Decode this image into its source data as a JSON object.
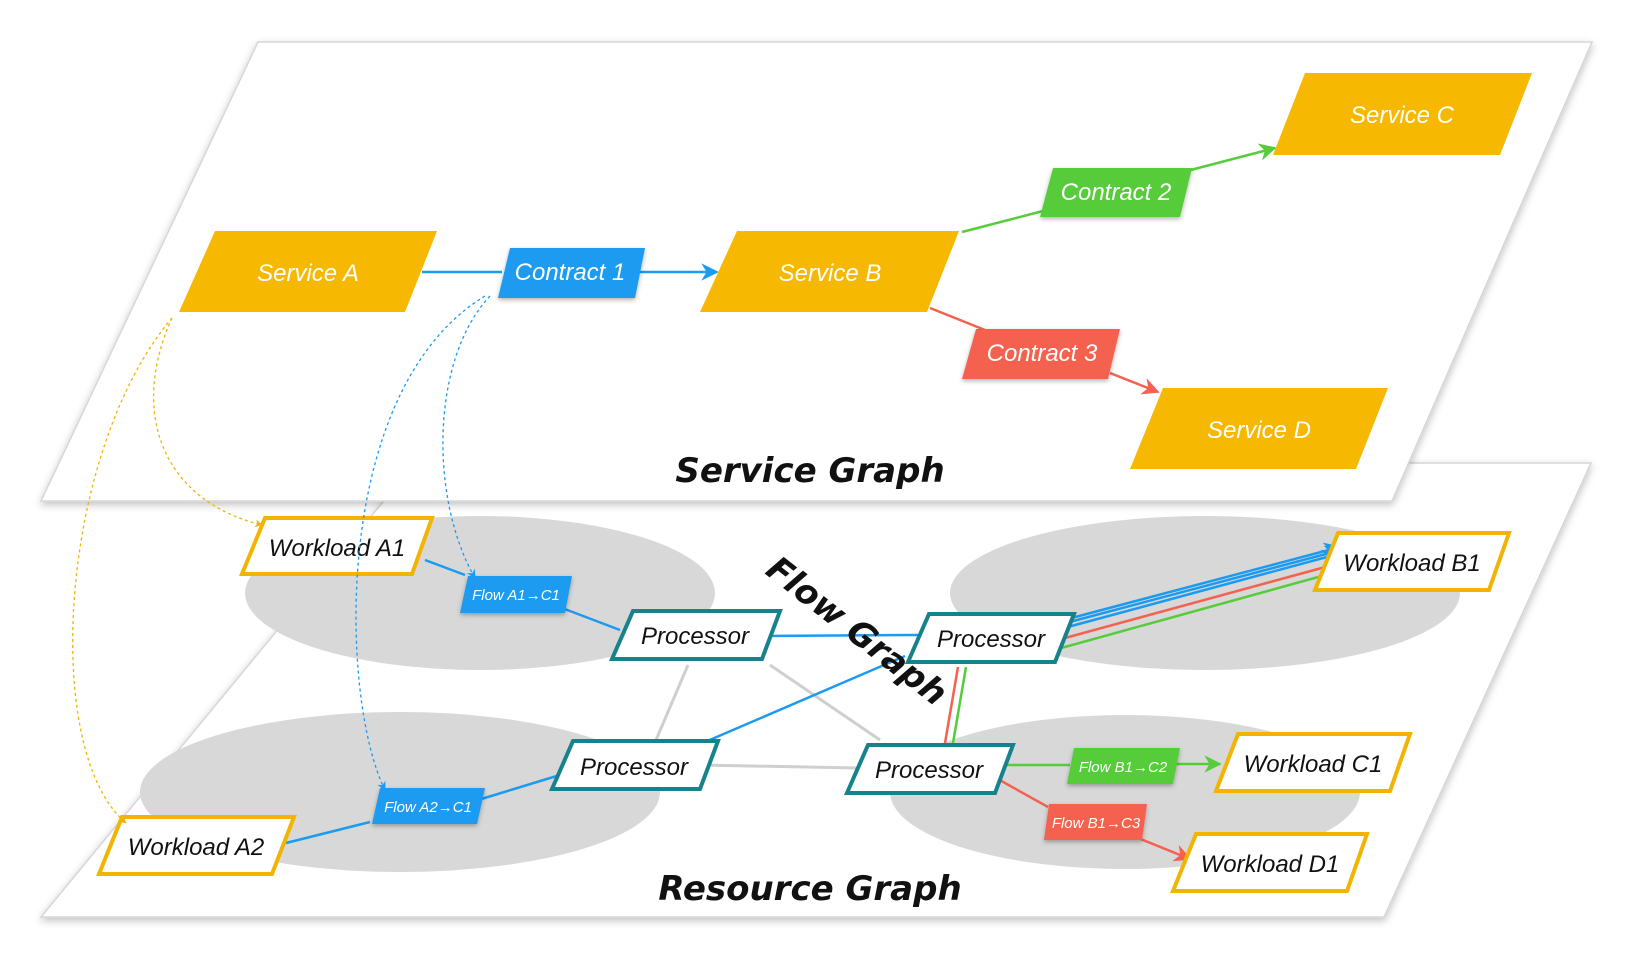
{
  "colors": {
    "service": "#F6B800",
    "contract_blue": "#1A9BF0",
    "contract_green": "#57CC3B",
    "contract_red": "#F4624F",
    "workload_border": "#F2B400",
    "processor_border": "#15828C",
    "cluster": "#D8D8D8",
    "link_gray": "#CCCCCC"
  },
  "service_graph": {
    "title": "Service Graph",
    "services": {
      "a": "Service A",
      "b": "Service B",
      "c": "Service C",
      "d": "Service D"
    },
    "contracts": {
      "c1": "Contract 1",
      "c2": "Contract 2",
      "c3": "Contract 3"
    }
  },
  "resource_graph": {
    "title": "Resource Graph",
    "flow_graph_label": "Flow Graph",
    "workloads": {
      "a1": "Workload A1",
      "a2": "Workload A2",
      "b1": "Workload B1",
      "c1": "Workload C1",
      "d1": "Workload D1"
    },
    "processors": {
      "a1": "Processor",
      "a2": "Processor",
      "b1": "Processor",
      "b2": "Processor"
    },
    "flows": {
      "a1_c1": "Flow A1→C1",
      "a2_c1": "Flow A2→C1",
      "b1_c2": "Flow B1→C2",
      "b1_c3": "Flow B1→C3"
    }
  }
}
